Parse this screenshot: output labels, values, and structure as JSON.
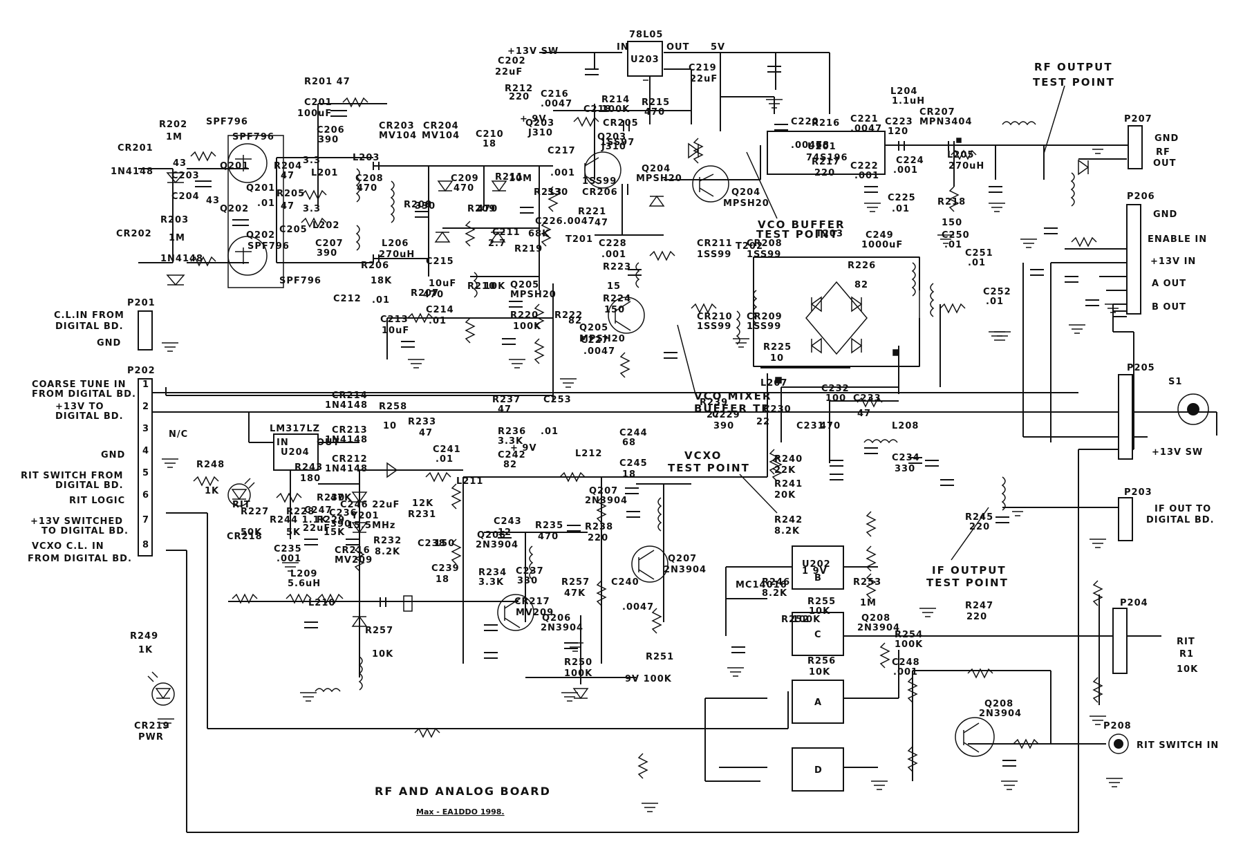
{
  "title": "RF AND ANALOG BOARD",
  "credit": "Max - EA1DDO 1998.",
  "supply": {
    "sw13": "+13V SW",
    "v9": "+ 9V",
    "v5": "5V",
    "ic_in": "IN",
    "ic_out": "OUT"
  },
  "test_points": {
    "rf_output": [
      "RF OUTPUT",
      "TEST POINT"
    ],
    "vco_buffer": [
      "VCO BUFFER",
      "TEST POINT"
    ],
    "vco_mixer": [
      "VCO MIXER",
      "BUFFER TP"
    ],
    "vcxo": [
      "VCXO",
      "TEST POINT"
    ],
    "if_output": [
      "IF OUTPUT",
      "TEST POINT"
    ]
  },
  "ics": {
    "u203": {
      "ref": "U203",
      "part": "78L05"
    },
    "u201": {
      "ref": "U201",
      "part": "74S196"
    },
    "u204": {
      "ref": "U204",
      "part": "LM317LZ"
    },
    "u202": {
      "ref": "U202",
      "part": "MC14016",
      "gates": [
        "B",
        "C",
        "A",
        "D"
      ]
    }
  },
  "transistors": [
    {
      "ref": "Q201",
      "part": "SPF796"
    },
    {
      "ref": "Q202",
      "part": "SPF796"
    },
    {
      "ref": "Q203",
      "part": "J310"
    },
    {
      "ref": "Q204",
      "part": "MPSH20"
    },
    {
      "ref": "Q205",
      "part": "MPSH20"
    },
    {
      "ref": "Q206",
      "part": "2N3904"
    },
    {
      "ref": "Q207",
      "part": "2N3904"
    },
    {
      "ref": "Q208",
      "part": "2N3904"
    }
  ],
  "left_connectors": {
    "p201": {
      "ref": "P201",
      "labels": [
        "C.L.IN FROM",
        "DIGITAL BD.",
        "GND"
      ]
    },
    "p202": {
      "ref": "P202",
      "labels": [
        "COARSE TUNE IN",
        "FROM DIGITAL BD.",
        "+13V TO",
        "DIGITAL BD.",
        "N/C",
        "GND",
        "RIT SWITCH FROM",
        "DIGITAL BD.",
        "RIT LOGIC",
        "+13V SWITCHED",
        "TO DIGITAL BD.",
        "VCXO C.L. IN",
        "FROM DIGITAL BD."
      ]
    }
  },
  "right_connectors": {
    "p207": {
      "ref": "P207",
      "labels": [
        "GND",
        "RF",
        "OUT"
      ]
    },
    "p206": {
      "ref": "P206",
      "labels": [
        "GND",
        "ENABLE IN",
        "+13V IN",
        "A OUT",
        "B OUT"
      ]
    },
    "p205": {
      "ref": "P205",
      "labels": [
        "S1",
        "+13V SW"
      ]
    },
    "p203": {
      "ref": "P203",
      "labels": [
        "IF OUT TO",
        "DIGITAL BD."
      ]
    },
    "p204": {
      "ref": "P204",
      "labels": [
        "RIT",
        "R1",
        "10K"
      ]
    },
    "p208": {
      "ref": "P208",
      "labels": [
        "RIT SWITCH IN"
      ]
    }
  },
  "pin_numbers": [
    "1",
    "2",
    "3",
    "4",
    "5",
    "6",
    "7",
    "8"
  ],
  "components": [
    [
      "R201 47",
      440,
      122
    ],
    [
      "C201",
      440,
      152
    ],
    [
      "100uF",
      430,
      168
    ],
    [
      "R202",
      230,
      184
    ],
    [
      "1M",
      240,
      202
    ],
    [
      "CR201",
      170,
      218
    ],
    [
      "1N4148",
      160,
      252
    ],
    [
      "43",
      250,
      240
    ],
    [
      "C203",
      248,
      258
    ],
    [
      "SPF796",
      298,
      180
    ],
    [
      "Q201",
      318,
      244
    ],
    [
      "C204",
      248,
      288
    ],
    [
      "43",
      298,
      294
    ],
    [
      "Q202",
      318,
      306
    ],
    [
      "R203",
      232,
      322
    ],
    [
      "1M",
      244,
      348
    ],
    [
      "CR202",
      168,
      342
    ],
    [
      "1N4148",
      232,
      378
    ],
    [
      "SPF796",
      358,
      360
    ],
    [
      "C206",
      458,
      192
    ],
    [
      "390",
      460,
      206
    ],
    [
      "R204",
      396,
      244
    ],
    [
      "47",
      406,
      258
    ],
    [
      "3.3",
      438,
      236
    ],
    [
      "L201",
      450,
      254
    ],
    [
      "R205",
      400,
      284
    ],
    [
      "47",
      406,
      302
    ],
    [
      ".01",
      372,
      298
    ],
    [
      "3.3",
      438,
      306
    ],
    [
      "L202",
      452,
      330
    ],
    [
      "C205",
      404,
      336
    ],
    [
      "C207",
      456,
      356
    ],
    [
      "390",
      458,
      370
    ],
    [
      "L203",
      510,
      232
    ],
    [
      "CR203",
      548,
      186
    ],
    [
      "MV104",
      548,
      200
    ],
    [
      "CR204",
      612,
      186
    ],
    [
      "MV104",
      610,
      200
    ],
    [
      "C208",
      514,
      262
    ],
    [
      "470",
      516,
      276
    ],
    [
      "C209",
      652,
      262
    ],
    [
      "470",
      656,
      276
    ],
    [
      "R208",
      584,
      300
    ],
    [
      "330",
      600,
      302
    ],
    [
      "R209",
      676,
      306
    ],
    [
      "470",
      690,
      306
    ],
    [
      "L206",
      552,
      356
    ],
    [
      "270uH",
      548,
      372
    ],
    [
      "R206",
      522,
      388
    ],
    [
      "18K",
      536,
      410
    ],
    [
      "C215",
      616,
      382
    ],
    [
      "10uF",
      620,
      414
    ],
    [
      "R207",
      594,
      428
    ],
    [
      "470",
      612,
      430
    ],
    [
      "C212",
      482,
      436
    ],
    [
      ".01",
      538,
      438
    ],
    [
      "C214",
      616,
      452
    ],
    [
      ".01",
      620,
      468
    ],
    [
      "C213",
      550,
      466
    ],
    [
      "10uF",
      552,
      482
    ],
    [
      "R210",
      676,
      418
    ],
    [
      "10K",
      700,
      418
    ],
    [
      "R212",
      730,
      132
    ],
    [
      "220",
      736,
      144
    ],
    [
      "C216",
      782,
      140
    ],
    [
      ".0047",
      782,
      154
    ],
    [
      "Q203",
      760,
      182
    ],
    [
      "J310",
      764,
      196
    ],
    [
      "C210",
      688,
      198
    ],
    [
      "18",
      698,
      212
    ],
    [
      "R211",
      716,
      260
    ],
    [
      "10M",
      736,
      262
    ],
    [
      "R213",
      772,
      282
    ],
    [
      "330",
      792,
      282
    ],
    [
      "C217",
      792,
      222
    ],
    [
      ".001",
      796,
      254
    ],
    [
      "C218",
      844,
      162
    ],
    [
      "R214",
      870,
      148
    ],
    [
      "100K",
      870,
      162
    ],
    [
      "R215",
      928,
      152
    ],
    [
      "470",
      932,
      166
    ],
    [
      "CR205",
      872,
      182
    ],
    [
      "1SS97",
      868,
      210
    ],
    [
      "Q204",
      928,
      248
    ],
    [
      "MPSH20",
      920,
      262
    ],
    [
      "CR206",
      842,
      282
    ],
    [
      "1SS99",
      842,
      266
    ],
    [
      "R221",
      836,
      310
    ],
    [
      "47",
      860,
      326
    ],
    [
      "C226.0047",
      774,
      324
    ],
    [
      "C211",
      712,
      340
    ],
    [
      "2.7",
      706,
      356
    ],
    [
      "R219",
      744,
      364
    ],
    [
      "68K",
      764,
      342
    ],
    [
      "T201",
      818,
      350
    ],
    [
      "C228",
      866,
      356
    ],
    [
      ".001",
      870,
      372
    ],
    [
      "Q205",
      738,
      416
    ],
    [
      "MPSH20",
      738,
      430
    ],
    [
      "R220",
      738,
      460
    ],
    [
      "100K",
      742,
      476
    ],
    [
      "R222",
      802,
      460
    ],
    [
      "82",
      822,
      468
    ],
    [
      "R223",
      872,
      390
    ],
    [
      "15",
      878,
      418
    ],
    [
      "R224",
      872,
      436
    ],
    [
      "150",
      874,
      452
    ],
    [
      "C227",
      840,
      496
    ],
    [
      ".0047",
      844,
      512
    ],
    [
      "C202",
      720,
      92
    ],
    [
      "22uF",
      716,
      108
    ],
    [
      "C219",
      996,
      102
    ],
    [
      "22uF",
      998,
      118
    ],
    [
      "C220",
      1144,
      180
    ],
    [
      ".0047",
      1144,
      214
    ],
    [
      "R216",
      1174,
      182
    ],
    [
      "68",
      1180,
      214
    ],
    [
      "R217",
      1174,
      238
    ],
    [
      "220",
      1178,
      254
    ],
    [
      "C221",
      1230,
      176
    ],
    [
      ".0047",
      1230,
      190
    ],
    [
      "C222",
      1230,
      244
    ],
    [
      ".001",
      1236,
      258
    ],
    [
      "L204",
      1288,
      136
    ],
    [
      "1.1uH",
      1290,
      150
    ],
    [
      "C223",
      1280,
      180
    ],
    [
      "120",
      1284,
      194
    ],
    [
      "CR207",
      1330,
      166
    ],
    [
      "MPN3404",
      1330,
      180
    ],
    [
      "C224",
      1296,
      236
    ],
    [
      ".001",
      1292,
      250
    ],
    [
      "L205",
      1370,
      228
    ],
    [
      "270uH",
      1372,
      244
    ],
    [
      "C225",
      1284,
      290
    ],
    [
      ".01",
      1290,
      306
    ],
    [
      "R218",
      1356,
      296
    ],
    [
      "150",
      1362,
      326
    ],
    [
      "T202",
      1064,
      360
    ],
    [
      "CR211",
      1008,
      356
    ],
    [
      "1SS99",
      1008,
      372
    ],
    [
      "CR208",
      1080,
      356
    ],
    [
      "1SS99",
      1080,
      372
    ],
    [
      "CR210",
      1008,
      462
    ],
    [
      "1SS99",
      1008,
      476
    ],
    [
      "CR209",
      1080,
      462
    ],
    [
      "1SS99",
      1080,
      476
    ],
    [
      "T203",
      1180,
      342
    ],
    [
      "R226",
      1226,
      388
    ],
    [
      "82",
      1236,
      416
    ],
    [
      "R225",
      1104,
      506
    ],
    [
      "10",
      1114,
      522
    ],
    [
      "C249",
      1252,
      344
    ],
    [
      "1000uF",
      1246,
      358
    ],
    [
      "C250",
      1362,
      344
    ],
    [
      ".01",
      1366,
      358
    ],
    [
      "C251",
      1396,
      370
    ],
    [
      ".01",
      1400,
      384
    ],
    [
      "C252",
      1422,
      426
    ],
    [
      ".01",
      1426,
      440
    ],
    [
      "L207",
      1100,
      558
    ],
    [
      "C230",
      1104,
      596
    ],
    [
      "22",
      1094,
      614
    ],
    [
      "C231",
      1152,
      620
    ],
    [
      "470",
      1186,
      620
    ],
    [
      "C232",
      1188,
      566
    ],
    [
      "100",
      1194,
      580
    ],
    [
      "C233",
      1234,
      580
    ],
    [
      "47",
      1240,
      602
    ],
    [
      "L208",
      1290,
      620
    ],
    [
      "C234",
      1290,
      666
    ],
    [
      "330",
      1294,
      682
    ],
    [
      "C229",
      1030,
      604
    ],
    [
      "390",
      1032,
      620
    ],
    [
      "R239",
      1012,
      586
    ],
    [
      "27",
      1022,
      604
    ],
    [
      "R240",
      1120,
      668
    ],
    [
      "22K",
      1120,
      684
    ],
    [
      "R241",
      1120,
      704
    ],
    [
      "20K",
      1120,
      720
    ],
    [
      "R242",
      1120,
      756
    ],
    [
      "8.2K",
      1120,
      772
    ],
    [
      "R246",
      1102,
      846
    ],
    [
      "8.2K",
      1102,
      862
    ],
    [
      "R252",
      1130,
      900
    ],
    [
      "100K",
      1146,
      900
    ],
    [
      "R253",
      1234,
      846
    ],
    [
      "1M",
      1244,
      876
    ],
    [
      "R255",
      1168,
      874
    ],
    [
      "10K",
      1170,
      888
    ],
    [
      "Q208",
      1246,
      898
    ],
    [
      "2N3904",
      1240,
      912
    ],
    [
      "R254",
      1294,
      922
    ],
    [
      "100K",
      1294,
      936
    ],
    [
      "C248",
      1290,
      962
    ],
    [
      ".001",
      1292,
      976
    ],
    [
      "R256",
      1168,
      960
    ],
    [
      "10K",
      1170,
      976
    ],
    [
      "R245",
      1396,
      752
    ],
    [
      "220",
      1402,
      766
    ],
    [
      "R247",
      1396,
      880
    ],
    [
      "220",
      1398,
      896
    ],
    [
      "1 9V",
      1160,
      830
    ],
    [
      "R250",
      816,
      962
    ],
    [
      "100K",
      816,
      978
    ],
    [
      "R251",
      934,
      954
    ],
    [
      "9V 100K",
      904,
      986
    ],
    [
      "R257",
      528,
      916
    ],
    [
      "10K",
      538,
      950
    ],
    [
      "R257",
      812,
      846
    ],
    [
      "47K",
      816,
      862
    ],
    [
      "C240",
      884,
      846
    ],
    [
      ".0047",
      900,
      882
    ],
    [
      "R237",
      712,
      582
    ],
    [
      "47",
      720,
      596
    ],
    [
      "C253",
      786,
      582
    ],
    [
      "R236",
      720,
      628
    ],
    [
      "3.3K",
      720,
      642
    ],
    [
      ".01",
      782,
      628
    ],
    [
      "C244",
      896,
      630
    ],
    [
      "68",
      900,
      644
    ],
    [
      "C245",
      896,
      674
    ],
    [
      "18",
      900,
      690
    ],
    [
      "L212",
      832,
      660
    ],
    [
      "C241",
      626,
      654
    ],
    [
      ".01",
      630,
      668
    ],
    [
      "C242",
      720,
      662
    ],
    [
      "82",
      728,
      676
    ],
    [
      "L211",
      660,
      700
    ],
    [
      "R233",
      590,
      614
    ],
    [
      "47",
      606,
      630
    ],
    [
      "12K",
      596,
      732
    ],
    [
      "R231",
      590,
      748
    ],
    [
      "Y201",
      508,
      750
    ],
    [
      "15.5MHz",
      502,
      764
    ],
    [
      "C243",
      714,
      758
    ],
    [
      "12",
      720,
      774
    ],
    [
      "R235",
      774,
      764
    ],
    [
      "470",
      778,
      780
    ],
    [
      "Q207",
      852,
      714
    ],
    [
      "2N3904",
      846,
      728
    ],
    [
      "R238",
      846,
      766
    ],
    [
      "220",
      850,
      782
    ],
    [
      "Q206",
      690,
      778
    ],
    [
      "2N3904",
      688,
      792
    ],
    [
      "R232",
      540,
      786
    ],
    [
      "8.2K",
      542,
      802
    ],
    [
      "C238",
      604,
      790
    ],
    [
      "150",
      628,
      790
    ],
    [
      "C239",
      624,
      826
    ],
    [
      "18",
      630,
      842
    ],
    [
      "R234",
      692,
      832
    ],
    [
      "3.3K",
      692,
      846
    ],
    [
      "C237",
      746,
      830
    ],
    [
      "330",
      748,
      844
    ],
    [
      "CR217",
      744,
      874
    ],
    [
      "MV209",
      746,
      890
    ],
    [
      "C236",
      476,
      746
    ],
    [
      "390",
      478,
      762
    ],
    [
      "R258",
      548,
      592
    ],
    [
      "10",
      554,
      620
    ],
    [
      "CR214",
      480,
      576
    ],
    [
      "1N4148",
      470,
      590
    ],
    [
      "CR213",
      480,
      626
    ],
    [
      "1N4148",
      470,
      640
    ],
    [
      "CR212",
      480,
      668
    ],
    [
      "1N4148",
      470,
      682
    ],
    [
      "R230",
      458,
      724
    ],
    [
      "47K",
      478,
      724
    ],
    [
      "CR216",
      484,
      800
    ],
    [
      "MV209",
      484,
      814
    ],
    [
      "L209",
      420,
      834
    ],
    [
      "5.6uH",
      416,
      848
    ],
    [
      "L210",
      446,
      876
    ],
    [
      "R227",
      348,
      744
    ],
    [
      "50K",
      348,
      774
    ],
    [
      "R228",
      414,
      744
    ],
    [
      "5K",
      414,
      774
    ],
    [
      "R229",
      458,
      756
    ],
    [
      "15K",
      468,
      774
    ],
    [
      "C235",
      396,
      798
    ],
    [
      ".001",
      400,
      812
    ],
    [
      "R243",
      426,
      680
    ],
    [
      "180",
      434,
      696
    ],
    [
      "R244 1.1K",
      390,
      756
    ],
    [
      "C247",
      440,
      742
    ],
    [
      "22uF",
      438,
      768
    ],
    [
      "C246 22uF",
      492,
      734
    ],
    [
      "R248",
      284,
      676
    ],
    [
      "1K",
      296,
      714
    ],
    [
      "RIT",
      336,
      734
    ],
    [
      "CR218",
      328,
      780
    ],
    [
      "R249",
      188,
      924
    ],
    [
      "1K",
      200,
      944
    ],
    [
      "CR219",
      194,
      1054
    ],
    [
      "PWR",
      200,
      1070
    ]
  ]
}
